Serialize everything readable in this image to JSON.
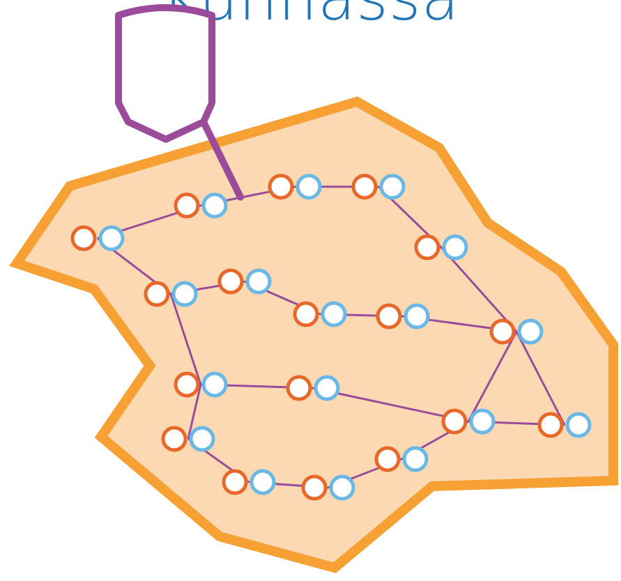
{
  "title": "Kunnassa",
  "colors": {
    "title": "#1f75b8",
    "region_fill": "#fcd9b3",
    "region_stroke": "#f7a033",
    "connector": "#9a4b9a",
    "node_orange": "#e8682a",
    "node_blue": "#6ab8e6"
  },
  "icons": {
    "shield": "shield-icon"
  },
  "nodes": [
    {
      "id": "n1"
    },
    {
      "id": "n2"
    },
    {
      "id": "n3"
    },
    {
      "id": "n4"
    },
    {
      "id": "n5"
    },
    {
      "id": "n6"
    },
    {
      "id": "n7"
    },
    {
      "id": "n8"
    },
    {
      "id": "n9"
    },
    {
      "id": "n10"
    },
    {
      "id": "n11"
    },
    {
      "id": "n12"
    },
    {
      "id": "n13"
    },
    {
      "id": "n14"
    },
    {
      "id": "n15"
    },
    {
      "id": "n16"
    },
    {
      "id": "n17"
    },
    {
      "id": "n18"
    },
    {
      "id": "n19"
    },
    {
      "id": "n20"
    },
    {
      "id": "n21"
    }
  ],
  "edges": [
    [
      "n1",
      "n2"
    ],
    [
      "n2",
      "n3"
    ],
    [
      "n3",
      "n4"
    ],
    [
      "n4",
      "n5"
    ],
    [
      "n5",
      "n6"
    ],
    [
      "n1",
      "n7"
    ],
    [
      "n7",
      "n8"
    ],
    [
      "n8",
      "n9"
    ],
    [
      "n9",
      "n10"
    ],
    [
      "n10",
      "n6"
    ],
    [
      "n7",
      "n11"
    ],
    [
      "n11",
      "n12"
    ],
    [
      "n12",
      "n13"
    ],
    [
      "n6",
      "n13"
    ],
    [
      "n6",
      "n14"
    ],
    [
      "n13",
      "n14"
    ],
    [
      "n11",
      "n15"
    ],
    [
      "n15",
      "n16"
    ],
    [
      "n16",
      "n17"
    ],
    [
      "n17",
      "n18"
    ],
    [
      "n18",
      "n13"
    ]
  ]
}
